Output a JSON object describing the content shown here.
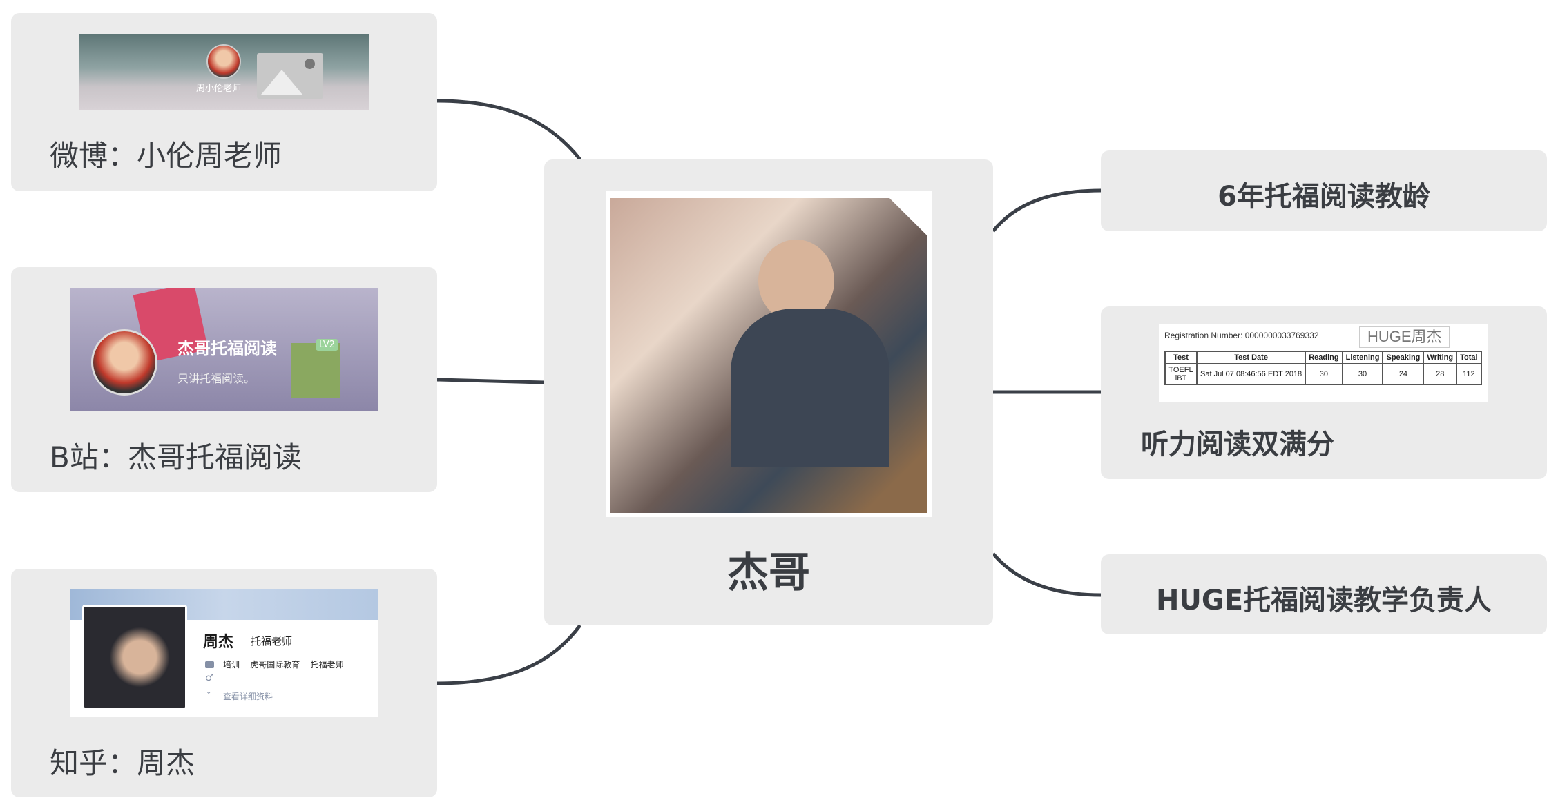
{
  "center": {
    "title": "杰哥"
  },
  "left": [
    {
      "label": "微博：小伦周老师",
      "profile_name": "周小伦老师"
    },
    {
      "label": "B站：杰哥托福阅读",
      "profile_name": "杰哥托福阅读",
      "level": "LV2",
      "bio": "只讲托福阅读。"
    },
    {
      "label": "知乎：周杰",
      "profile_name": "周杰",
      "headline": "托福老师",
      "tags": [
        "培训",
        "虎哥国际教育",
        "托福老师"
      ],
      "more": "查看详细资料"
    }
  ],
  "right": [
    {
      "label": "6年托福阅读教龄"
    },
    {
      "label": "听力阅读双满分",
      "score": {
        "registration": "Registration Number: 0000000033769332",
        "watermark": "HUGE周杰",
        "headers": [
          "Test",
          "Test Date",
          "Reading",
          "Listening",
          "Speaking",
          "Writing",
          "Total"
        ],
        "row": [
          "TOEFL iBT",
          "Sat Jul 07 08:46:56 EDT 2018",
          "30",
          "30",
          "24",
          "28",
          "112"
        ]
      }
    },
    {
      "label": "HUGE托福阅读教学负责人"
    }
  ],
  "colors": {
    "card": "#ebebeb",
    "line": "#3a3f47",
    "text": "#3a3d42"
  }
}
